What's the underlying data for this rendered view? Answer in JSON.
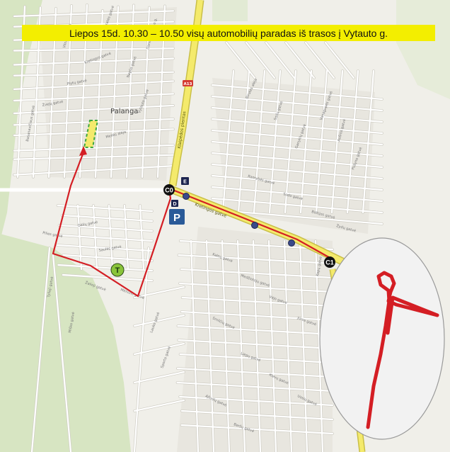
{
  "banner": {
    "text": "Liepos 15d. 10.30 – 10.50 visų automobilių paradas iš trasos į Vytauto g."
  },
  "town_label": "Palanga",
  "road_shield": "A13",
  "checkpoints": [
    "C0",
    "C1"
  ],
  "markers": {
    "t": "T",
    "parking": "P",
    "sign_a": "E",
    "sign_b": "D"
  },
  "main_roads": {
    "klaipedos": "Klaipėdos plentas",
    "kretingos": "Kretingos gatvė"
  },
  "street_labels": [
    "Vilniaus gatvė",
    "Kretingos gatvė",
    "Jūratės gatvė",
    "Naglio gatvė",
    "Žvejų gatvė",
    "Basanavičiaus gatvė",
    "Meilės alėja",
    "Vytauto gatvė",
    "Darius ir Girėno g.",
    "Plytų gatvė",
    "Birutės alėja",
    "Sodų gatvė",
    "Ganyklų gatvė",
    "Vanagupės gatvė",
    "Aušros gatvė",
    "Pušyno gatvė",
    "Ramybės gatvė",
    "Sodo gatvė",
    "Baltijos gatvė",
    "Žydų gatvė",
    "Kalnų gatvė",
    "Medžiotojų gatvė",
    "Vėjo gatvė",
    "Jūros gatvė",
    "Smilčių gatvė",
    "Liepų gatvė",
    "Klevų gatvė",
    "Uosių gatvė",
    "Ąžuolų gatvė",
    "Beržų gatvė",
    "Gėlių gatvė",
    "Saulės gatvė",
    "Mėnulio gatvė",
    "Žalioji gatvė",
    "Tylioji gatvė",
    "Miško gatvė",
    "Lauko gatvė",
    "Sporto gatvė",
    "Pilies gatvė",
    "Kopų gatvė"
  ],
  "colors": {
    "route": "#d41e24",
    "main_road": "#f4ea6c",
    "land": "#f0efe9",
    "park": "#d7e5c2",
    "checkpoint": "#111111",
    "t_marker": "#8ac43a",
    "parking": "#2a5a98"
  }
}
